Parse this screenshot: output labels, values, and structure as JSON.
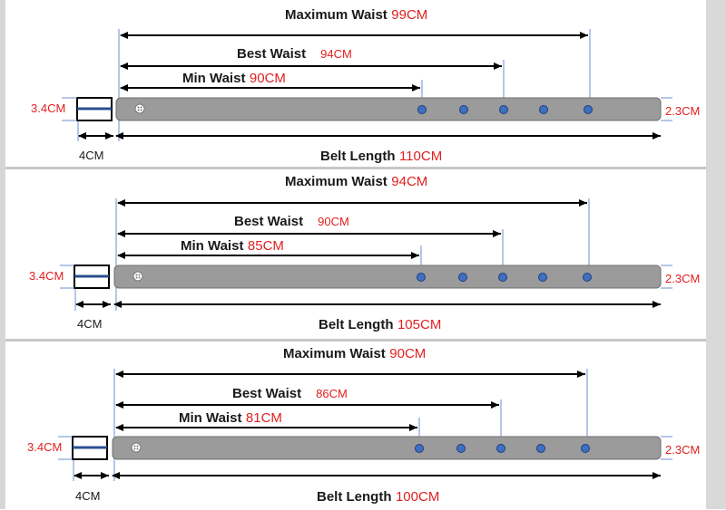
{
  "panels": [
    {
      "max_label": "Maximum Waist",
      "max_value": "99CM",
      "best_label": "Best Waist",
      "best_value": "94CM",
      "min_label": "Min Waist",
      "min_value": "90CM",
      "length_label": "Belt Length",
      "length_value": "110CM",
      "width_left": "3.4CM",
      "width_right": "2.3CM",
      "buckle_width": "4CM"
    },
    {
      "max_label": "Maximum Waist",
      "max_value": "94CM",
      "best_label": "Best Waist",
      "best_value": "90CM",
      "min_label": "Min Waist",
      "min_value": "85CM",
      "length_label": "Belt Length",
      "length_value": "105CM",
      "width_left": "3.4CM",
      "width_right": "2.3CM",
      "buckle_width": "4CM"
    },
    {
      "max_label": "Maximum Waist",
      "max_value": "90CM",
      "best_label": "Best Waist",
      "best_value": "86CM",
      "min_label": "Min Waist",
      "min_value": "81CM",
      "length_label": "Belt Length",
      "length_value": "100CM",
      "width_left": "3.4CM",
      "width_right": "2.3CM",
      "buckle_width": "4CM"
    }
  ],
  "colors": {
    "belt_fill": "#9b9b9b",
    "hole_fill": "#3f6fbf",
    "label_red": "#e02020",
    "guide_blue": "#6a8fd0"
  }
}
